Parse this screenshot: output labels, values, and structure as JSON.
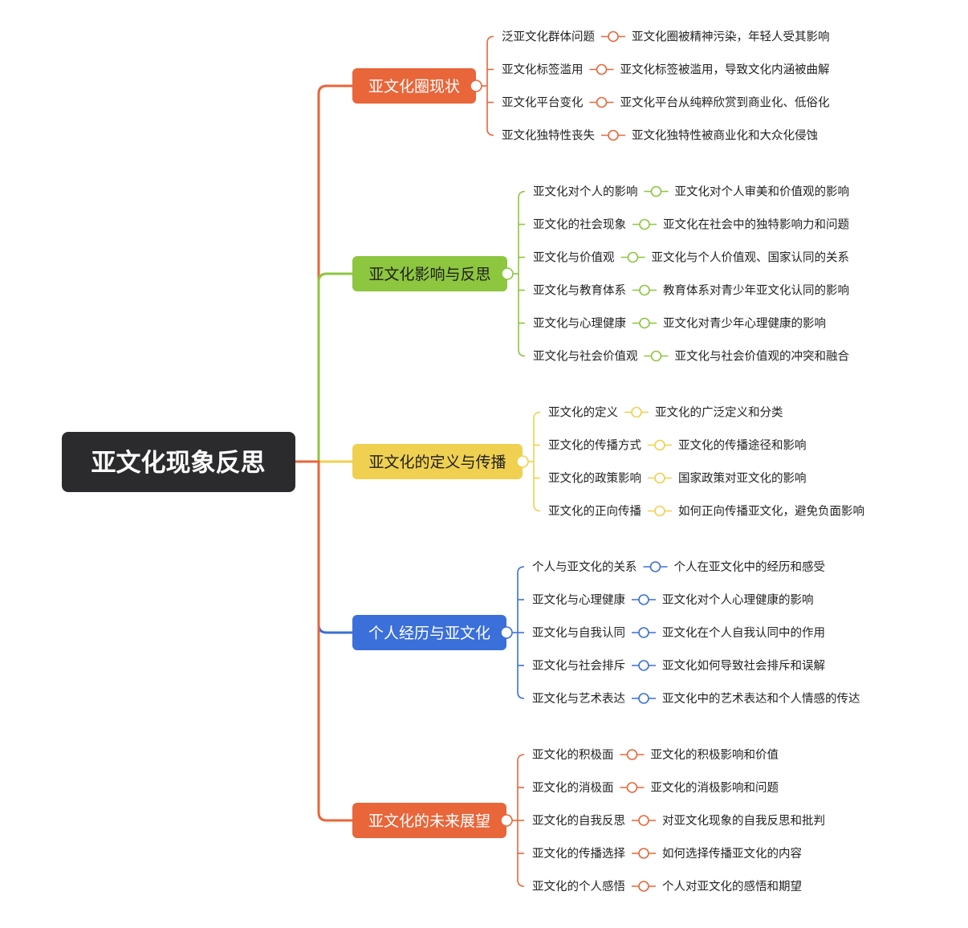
{
  "root": {
    "label": "亚文化现象反思",
    "color": "#2B2B2D"
  },
  "branches": [
    {
      "label": "亚文化圈现状",
      "color": "#E8663A",
      "text_color": "#ffffff",
      "children": [
        {
          "label": "泛亚文化群体问题",
          "detail": "亚文化圈被精神污染，年轻人受其影响"
        },
        {
          "label": "亚文化标签滥用",
          "detail": "亚文化标签被滥用，导致文化内涵被曲解"
        },
        {
          "label": "亚文化平台变化",
          "detail": "亚文化平台从纯粹欣赏到商业化、低俗化"
        },
        {
          "label": "亚文化独特性丧失",
          "detail": "亚文化独特性被商业化和大众化侵蚀"
        }
      ]
    },
    {
      "label": "亚文化影响与反思",
      "color": "#8DC63F",
      "text_color": "#1f1f1f",
      "children": [
        {
          "label": "亚文化对个人的影响",
          "detail": "亚文化对个人审美和价值观的影响"
        },
        {
          "label": "亚文化的社会现象",
          "detail": "亚文化在社会中的独特影响力和问题"
        },
        {
          "label": "亚文化与价值观",
          "detail": "亚文化与个人价值观、国家认同的关系"
        },
        {
          "label": "亚文化与教育体系",
          "detail": "教育体系对青少年亚文化认同的影响"
        },
        {
          "label": "亚文化与心理健康",
          "detail": "亚文化对青少年心理健康的影响"
        },
        {
          "label": "亚文化与社会价值观",
          "detail": "亚文化与社会价值观的冲突和融合"
        }
      ]
    },
    {
      "label": "亚文化的定义与传播",
      "color": "#F0D050",
      "text_color": "#1f1f1f",
      "children": [
        {
          "label": "亚文化的定义",
          "detail": "亚文化的广泛定义和分类"
        },
        {
          "label": "亚文化的传播方式",
          "detail": "亚文化的传播途径和影响"
        },
        {
          "label": "亚文化的政策影响",
          "detail": "国家政策对亚文化的影响"
        },
        {
          "label": "亚文化的正向传播",
          "detail": "如何正向传播亚文化，避免负面影响"
        }
      ]
    },
    {
      "label": "个人经历与亚文化",
      "color": "#3B6FD9",
      "text_color": "#ffffff",
      "children": [
        {
          "label": "个人与亚文化的关系",
          "detail": "个人在亚文化中的经历和感受"
        },
        {
          "label": "亚文化与心理健康",
          "detail": "亚文化对个人心理健康的影响"
        },
        {
          "label": "亚文化与自我认同",
          "detail": "亚文化在个人自我认同中的作用"
        },
        {
          "label": "亚文化与社会排斥",
          "detail": "亚文化如何导致社会排斥和误解"
        },
        {
          "label": "亚文化与艺术表达",
          "detail": "亚文化中的艺术表达和个人情感的传达"
        }
      ]
    },
    {
      "label": "亚文化的未来展望",
      "color": "#E8663A",
      "text_color": "#ffffff",
      "children": [
        {
          "label": "亚文化的积极面",
          "detail": "亚文化的积极影响和价值"
        },
        {
          "label": "亚文化的消极面",
          "detail": "亚文化的消极影响和问题"
        },
        {
          "label": "亚文化的自我反思",
          "detail": "对亚文化现象的自我反思和批判"
        },
        {
          "label": "亚文化的传播选择",
          "detail": "如何选择传播亚文化的内容"
        },
        {
          "label": "亚文化的个人感悟",
          "detail": "个人对亚文化的感悟和期望"
        }
      ]
    }
  ]
}
